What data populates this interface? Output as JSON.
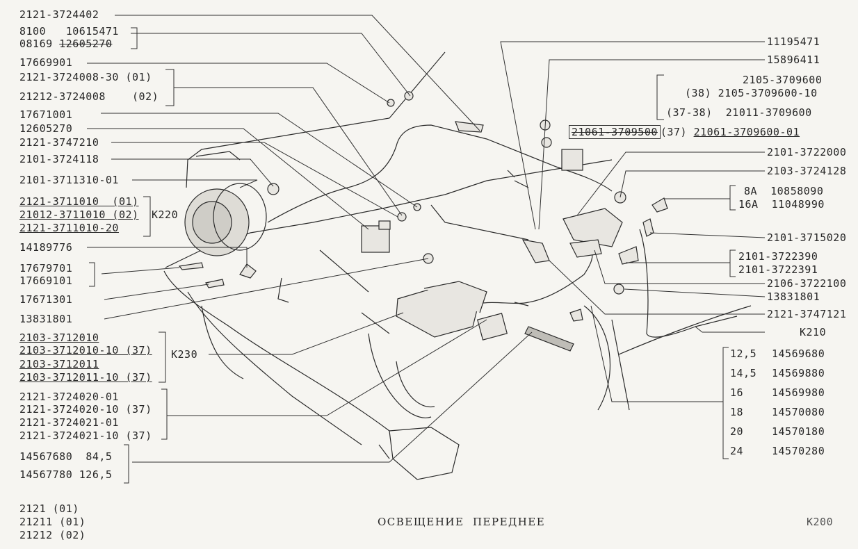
{
  "title": "ОСВЕЩЕНИЕ  ПЕРЕДНЕЕ",
  "page_code": "K200",
  "models": [
    "2121 (01)",
    "21211 (01)",
    "21212 (02)"
  ],
  "left": {
    "p1": "2121-3724402",
    "p2a": "8100   10615471",
    "p2b": "08169",
    "p2b_struck": "12605270",
    "p3": "17669901",
    "p4a": "2121-3724008-30 (01)",
    "p4b": "21212-3724008    (02)",
    "p5": "17671001",
    "p6": "12605270",
    "p7": "2121-3747210",
    "p8": "2101-3724118",
    "p9": "2101-3711310-01",
    "p10a": "2121-3711010  (01)",
    "p10b": "21012-3711010 (02)",
    "p10c": "2121-3711010-20",
    "k220": "K220",
    "p11": "14189776",
    "p12a": "17679701",
    "p12b": "17669101",
    "p13": "17671301",
    "p14": "13831801",
    "p15a": "2103-3712010",
    "p15b": "2103-3712010-10 (37)",
    "p15c": "2103-3712011",
    "p15d": "2103-3712011-10 (37)",
    "k230": "K230",
    "p16a": "2121-3724020-01",
    "p16b": "2121-3724020-10 (37)",
    "p16c": "2121-3724021-01",
    "p16d": "2121-3724021-10 (37)",
    "p17a_num": "14567680",
    "p17a_len": "84,5",
    "p17b_num": "14567780",
    "p17b_len": "126,5"
  },
  "right": {
    "r1": "11195471",
    "r2": "15896411",
    "r3a": "2105-3709600",
    "r3b": "(38) 2105-3709600-10",
    "r3c": "(37-38)  21011-3709600",
    "r4_boxed": "21061-3709500",
    "r4_suffix": "(37)",
    "r4_alt": "21061-3709600-01",
    "r5": "2101-3722000",
    "r6": "2103-3724128",
    "r7a": "8A  10858090",
    "r7b": "16A  11048990",
    "r8": "2101-3715020",
    "r9a": "2101-3722390",
    "r9b": "2101-3722391",
    "r10": "2106-3722100",
    "r11": "13831801",
    "r12": "2121-3747121",
    "k210": "K210",
    "table": [
      {
        "len": "12,5",
        "num": "14569680"
      },
      {
        "len": "14,5",
        "num": "14569880"
      },
      {
        "len": "16",
        "num": "14569980"
      },
      {
        "len": "18",
        "num": "14570080"
      },
      {
        "len": "20",
        "num": "14570180"
      },
      {
        "len": "24",
        "num": "14570280"
      }
    ]
  }
}
